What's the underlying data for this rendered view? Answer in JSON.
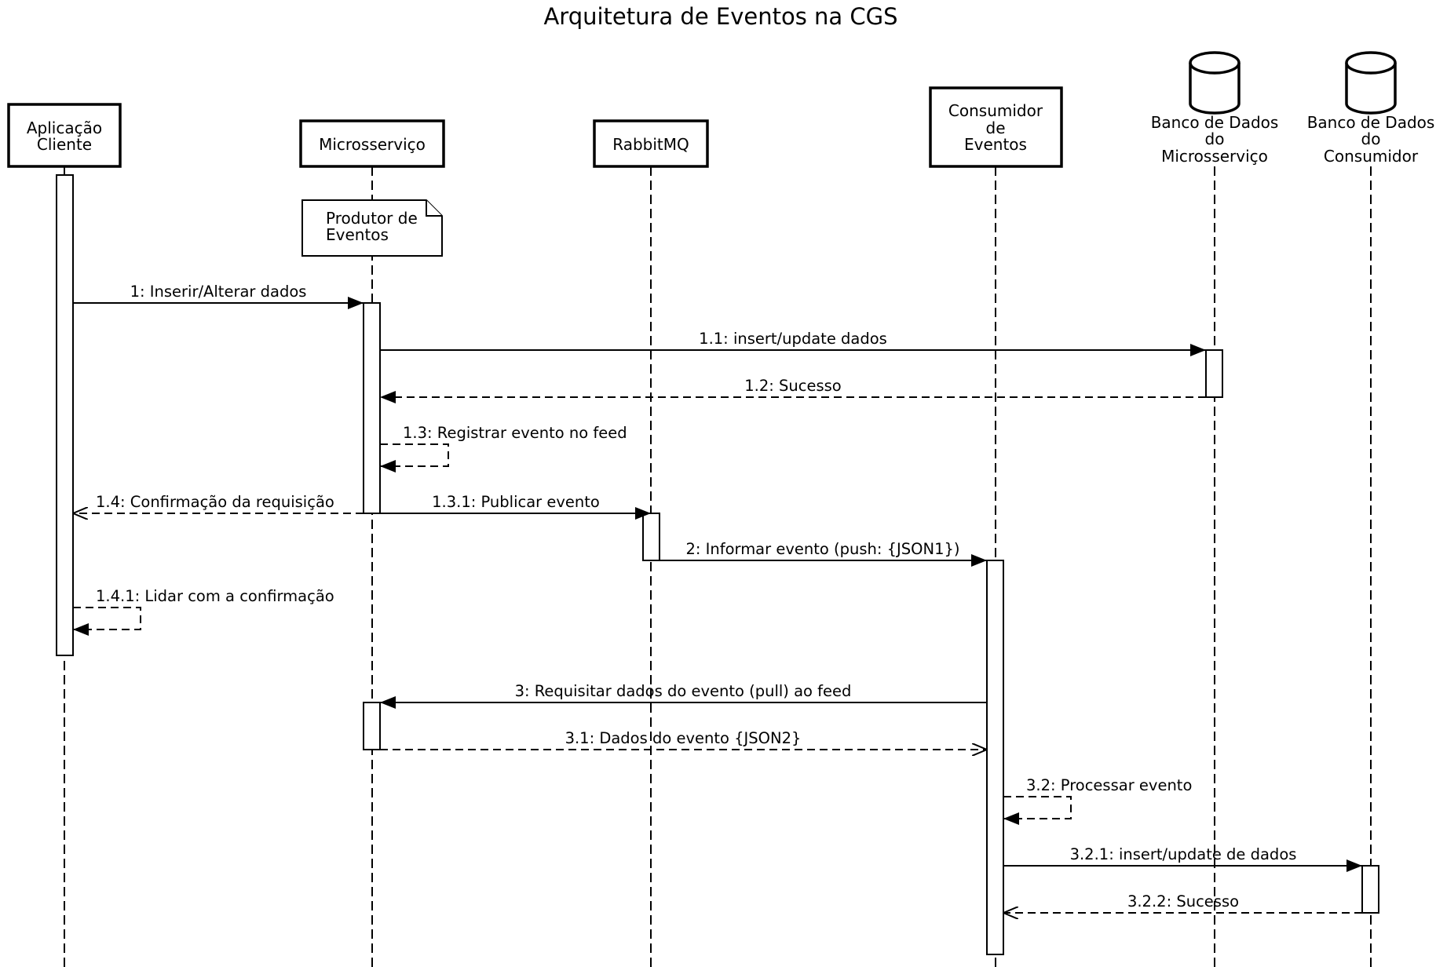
{
  "title": "Arquitetura de Eventos na CGS",
  "participants": [
    {
      "id": "app",
      "kind": "box",
      "lines": [
        "Aplicação",
        "Cliente"
      ]
    },
    {
      "id": "ms",
      "kind": "box",
      "lines": [
        "Microsserviço"
      ]
    },
    {
      "id": "rmq",
      "kind": "box",
      "lines": [
        "RabbitMQ"
      ]
    },
    {
      "id": "cons",
      "kind": "box",
      "lines": [
        "Consumidor",
        "de",
        "Eventos"
      ]
    },
    {
      "id": "dbms",
      "kind": "database",
      "lines": [
        "Banco de Dados",
        "do",
        "Microsserviço"
      ]
    },
    {
      "id": "dbcons",
      "kind": "database",
      "lines": [
        "Banco de Dados",
        "do",
        "Consumidor"
      ]
    }
  ],
  "note": {
    "attached_to": "ms",
    "lines": [
      "Produtor de",
      "Eventos"
    ]
  },
  "messages": [
    {
      "from": "app",
      "to": "ms",
      "label": "1: Inserir/Alterar dados",
      "style": "sync"
    },
    {
      "from": "ms",
      "to": "dbms",
      "label": "1.1: insert/update dados",
      "style": "sync"
    },
    {
      "from": "dbms",
      "to": "ms",
      "label": "1.2: Sucesso",
      "style": "return-filled"
    },
    {
      "from": "ms",
      "to": "ms",
      "label": "1.3: Registrar evento no feed",
      "style": "self"
    },
    {
      "from": "ms",
      "to": "app",
      "label": "1.4: Confirmação da requisição",
      "style": "return-open"
    },
    {
      "from": "ms",
      "to": "rmq",
      "label": "1.3.1: Publicar evento",
      "style": "sync"
    },
    {
      "from": "rmq",
      "to": "cons",
      "label": "2: Informar evento (push: {JSON1})",
      "style": "sync"
    },
    {
      "from": "app",
      "to": "app",
      "label": "1.4.1: Lidar com a confirmação",
      "style": "self"
    },
    {
      "from": "cons",
      "to": "ms",
      "label": "3: Requisitar dados do evento (pull) ao feed",
      "style": "sync"
    },
    {
      "from": "ms",
      "to": "cons",
      "label": "3.1: Dados do evento {JSON2}",
      "style": "return-open"
    },
    {
      "from": "cons",
      "to": "cons",
      "label": "3.2: Processar evento",
      "style": "self"
    },
    {
      "from": "cons",
      "to": "dbcons",
      "label": "3.2.1: insert/update de dados",
      "style": "sync"
    },
    {
      "from": "dbcons",
      "to": "cons",
      "label": "3.2.2: Sucesso",
      "style": "return-open"
    }
  ]
}
